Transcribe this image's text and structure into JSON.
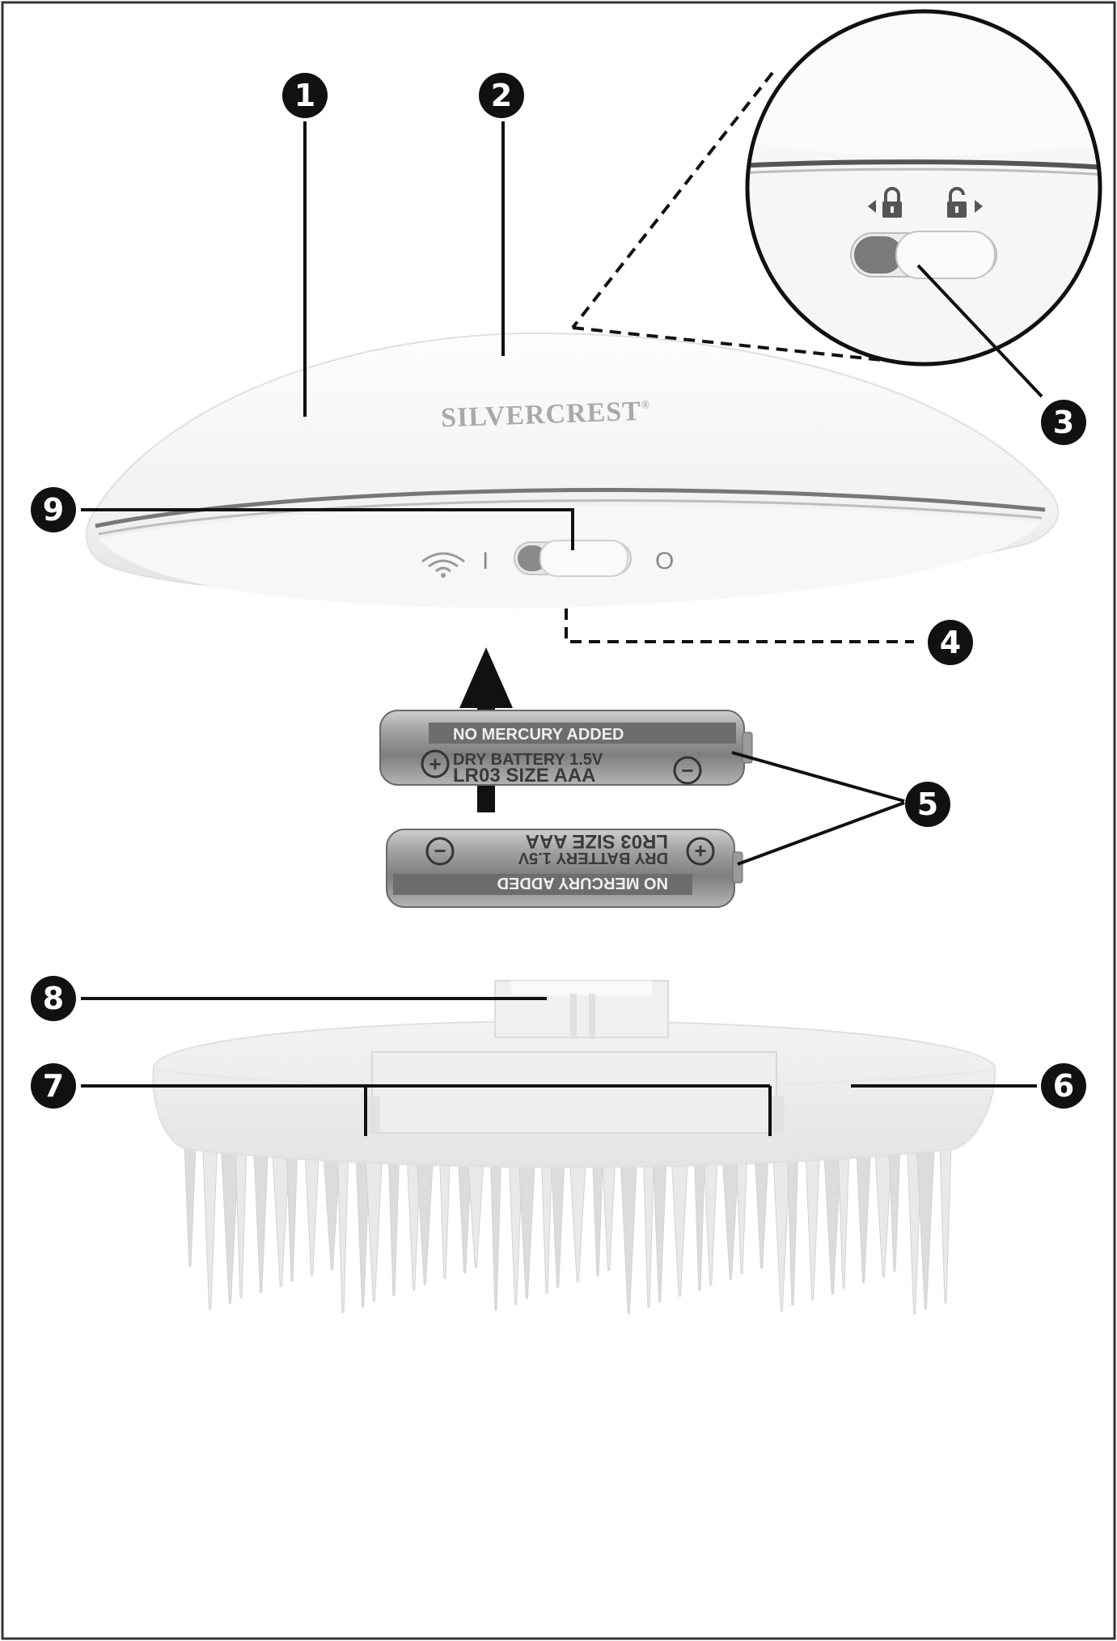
{
  "callouts": [
    "1",
    "2",
    "3",
    "4",
    "5",
    "6",
    "7",
    "8",
    "9"
  ],
  "brand": {
    "text": "SILVERCREST",
    "mark": "®"
  },
  "switch_labels": {
    "on": "I",
    "off": "O"
  },
  "icons": {
    "wireless": "wireless-icon",
    "lock": "lock-closed-icon",
    "unlock": "lock-open-icon",
    "arrow": "insert-arrow-icon"
  },
  "battery": {
    "band_text": "NO MERCURY ADDED",
    "line1": "DRY BATTERY  1.5V",
    "line2": "LR03 SIZE AAA",
    "plus": "+",
    "minus": "−"
  },
  "colors": {
    "frame": "#333333",
    "callout_fill": "#111111",
    "device_body": "#f4f4f4",
    "battery_body": "#8f8f8f",
    "bristles": "#e6e6e6"
  }
}
